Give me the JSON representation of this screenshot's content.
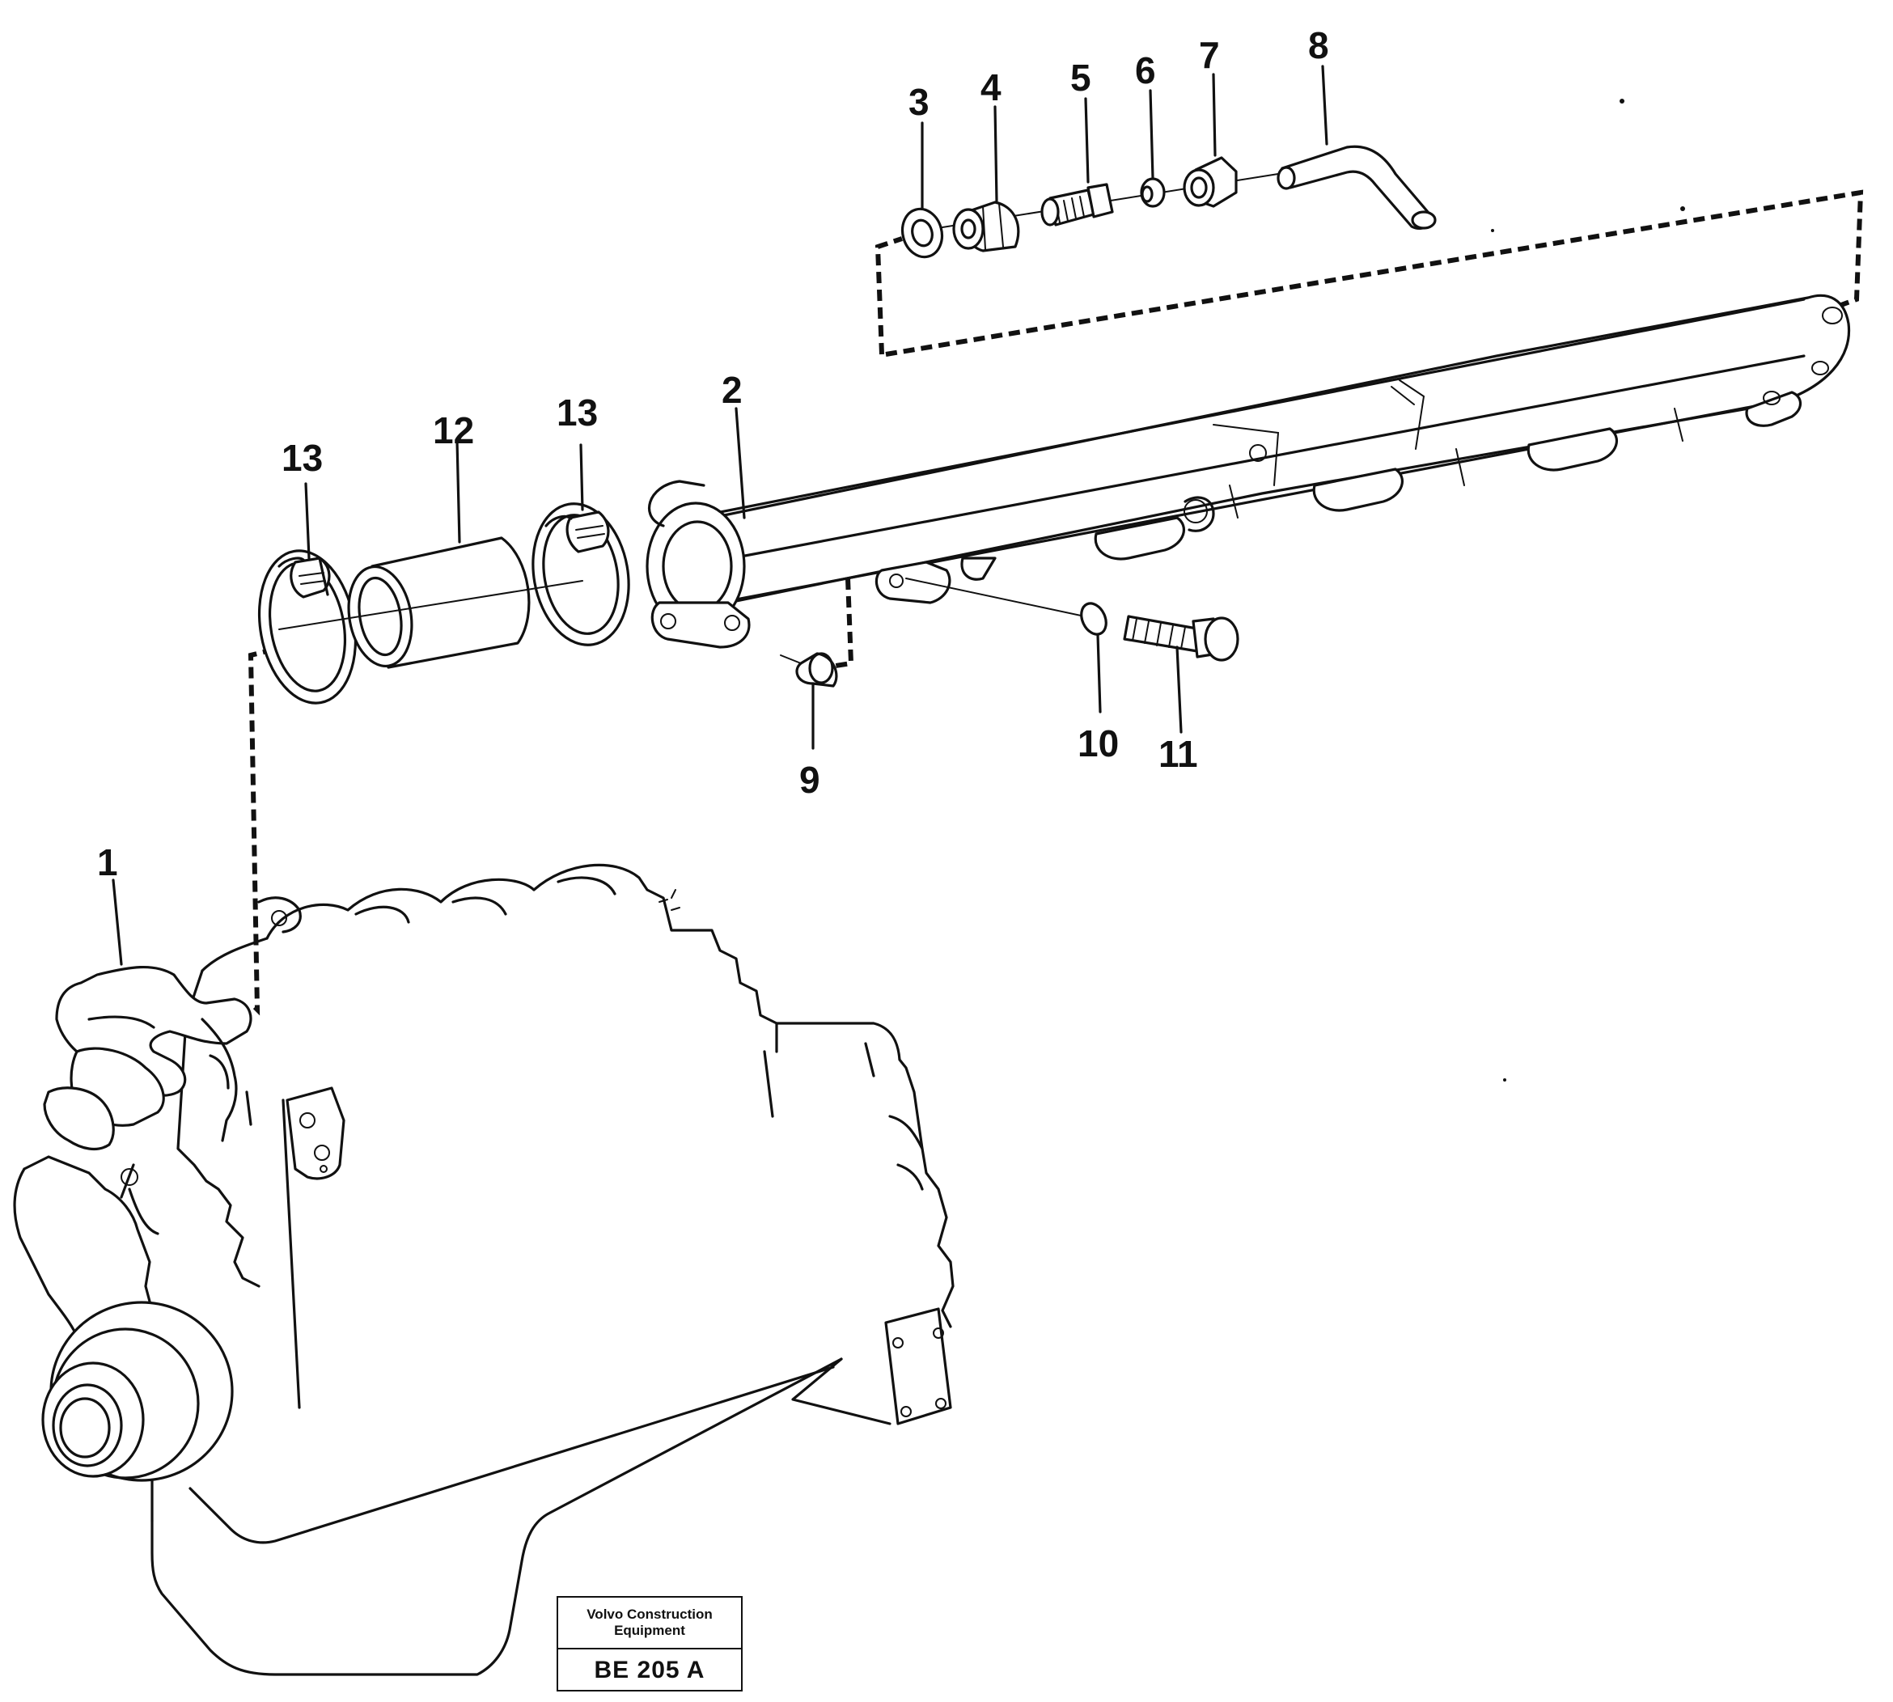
{
  "callouts": {
    "c1": "1",
    "c2": "2",
    "c3": "3",
    "c4": "4",
    "c5": "5",
    "c6": "6",
    "c7": "7",
    "c8": "8",
    "c9": "9",
    "c10": "10",
    "c11": "11",
    "c12": "12",
    "c13a": "13",
    "c13b": "13"
  },
  "stamp": {
    "line1": "Volvo Construction",
    "line2": "Equipment",
    "code": "BE 205 A"
  }
}
